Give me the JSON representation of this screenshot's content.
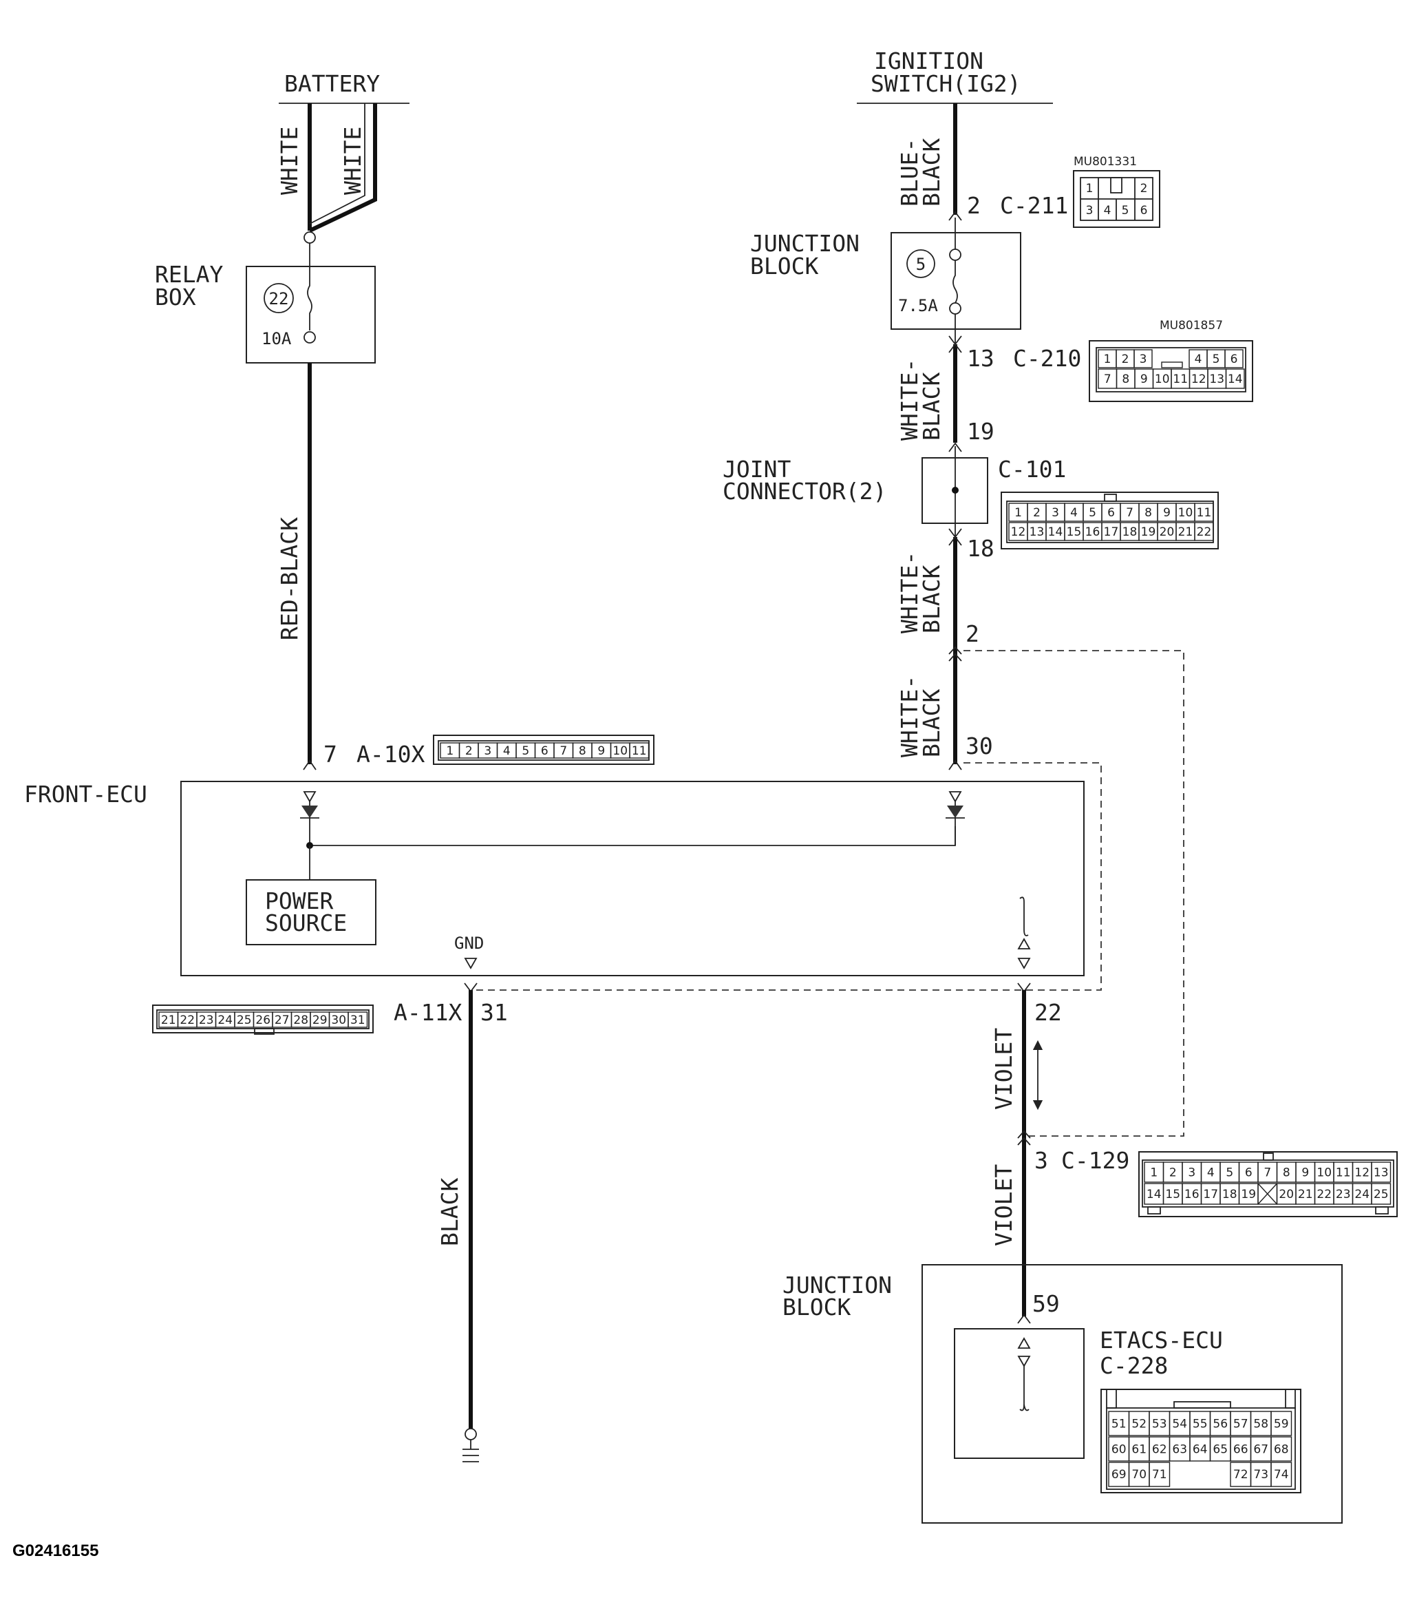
{
  "sources": {
    "battery": "BATTERY",
    "ignition_line1": "IGNITION",
    "ignition_line2": "SWITCH(IG2)"
  },
  "relay_box": {
    "line1": "RELAY",
    "line2": "BOX",
    "fuse_number": "22",
    "fuse_rating": "10A"
  },
  "junction_block_top": {
    "line1": "JUNCTION",
    "line2": "BLOCK",
    "fuse_number": "5",
    "fuse_rating": "7.5A"
  },
  "joint_connector": {
    "line1": "JOINT",
    "line2": "CONNECTOR(2)",
    "id": "C-101"
  },
  "front_ecu": {
    "label": "FRONT-ECU",
    "power_line1": "POWER",
    "power_line2": "SOURCE",
    "gnd": "GND"
  },
  "junction_block_bottom": {
    "line1": "JUNCTION",
    "line2": "BLOCK",
    "ecu_line1": "ETACS-ECU",
    "ecu_line2": "C-228"
  },
  "wires": {
    "white_left": "WHITE",
    "white_right": "WHITE",
    "red_black": "RED-BLACK",
    "blue_black_1": "BLUE-",
    "blue_black_2": "BLACK",
    "wb_a_1": "WHITE-",
    "wb_a_2": "BLACK",
    "wb_b_1": "WHITE-",
    "wb_b_2": "BLACK",
    "wb_c_1": "WHITE-",
    "wb_c_2": "BLACK",
    "black": "BLACK",
    "violet_upper": "VIOLET",
    "violet_lower": "VIOLET"
  },
  "pins": {
    "c211": "2",
    "c211_id": "C-211",
    "c210": "13",
    "c210_id": "C-210",
    "p19": "19",
    "p18": "18",
    "p2": "2",
    "p30": "30",
    "a10x": "7",
    "a10x_id": "A-10X",
    "a11x_id": "A-11X",
    "p31": "31",
    "p22": "22",
    "c129": "3",
    "c129_id": "C-129",
    "p59": "59"
  },
  "connectors": {
    "mu801331": {
      "part": "MU801331",
      "row1": [
        "1",
        "",
        "2"
      ],
      "row2": [
        "3",
        "4",
        "5",
        "6"
      ]
    },
    "mu801857": {
      "part": "MU801857",
      "row1": [
        "1",
        "2",
        "3",
        "4",
        "5",
        "6"
      ],
      "row2": [
        "7",
        "8",
        "9",
        "10",
        "11",
        "12",
        "13",
        "14"
      ]
    },
    "c101": {
      "row1": [
        "1",
        "2",
        "3",
        "4",
        "5",
        "6",
        "7",
        "8",
        "9",
        "10",
        "11"
      ],
      "row2": [
        "12",
        "13",
        "14",
        "15",
        "16",
        "17",
        "18",
        "19",
        "20",
        "21",
        "22"
      ]
    },
    "a10x": {
      "row1": [
        "1",
        "2",
        "3",
        "4",
        "5",
        "6",
        "7",
        "8",
        "9",
        "10",
        "11"
      ]
    },
    "a11x": {
      "row1": [
        "21",
        "22",
        "23",
        "24",
        "25",
        "26",
        "27",
        "28",
        "29",
        "30",
        "31"
      ]
    },
    "c129": {
      "row1": [
        "1",
        "2",
        "3",
        "4",
        "5",
        "6",
        "7",
        "8",
        "9",
        "10",
        "11",
        "12",
        "13"
      ],
      "row2": [
        "14",
        "15",
        "16",
        "17",
        "18",
        "19",
        "",
        "20",
        "21",
        "22",
        "23",
        "24",
        "25"
      ]
    },
    "c228": {
      "row1": [
        "51",
        "52",
        "53",
        "54",
        "55",
        "56",
        "57",
        "58",
        "59"
      ],
      "row2": [
        "60",
        "61",
        "62",
        "63",
        "64",
        "65",
        "66",
        "67",
        "68"
      ],
      "row3": [
        "69",
        "70",
        "71",
        "",
        "",
        "",
        "72",
        "73",
        "74"
      ]
    }
  },
  "figure_id": "G02416155"
}
